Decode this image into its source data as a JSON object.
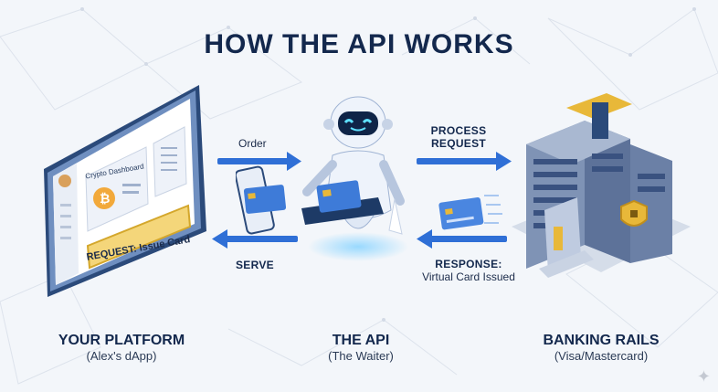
{
  "title": "HOW THE API WORKS",
  "platform": {
    "screen_title": "Crypto Dashboard",
    "request_button": "REQUEST: Issue Card",
    "name": "YOUR PLATFORM",
    "subtitle": "(Alex's dApp)"
  },
  "api": {
    "name": "THE API",
    "subtitle": "(The Waiter)"
  },
  "bank": {
    "name": "BANKING RAILS",
    "subtitle": "(Visa/Mastercard)"
  },
  "flow": {
    "order": "Order",
    "process_line1": "PROCESS",
    "process_line2": "REQUEST",
    "serve": "SERVE",
    "response_line1": "RESPONSE:",
    "response_line2": "Virtual Card Issued"
  },
  "colors": {
    "navy": "#13284d",
    "arrow_blue": "#2f6fd6",
    "gold": "#e8b839",
    "glow": "#6fc8ff"
  }
}
